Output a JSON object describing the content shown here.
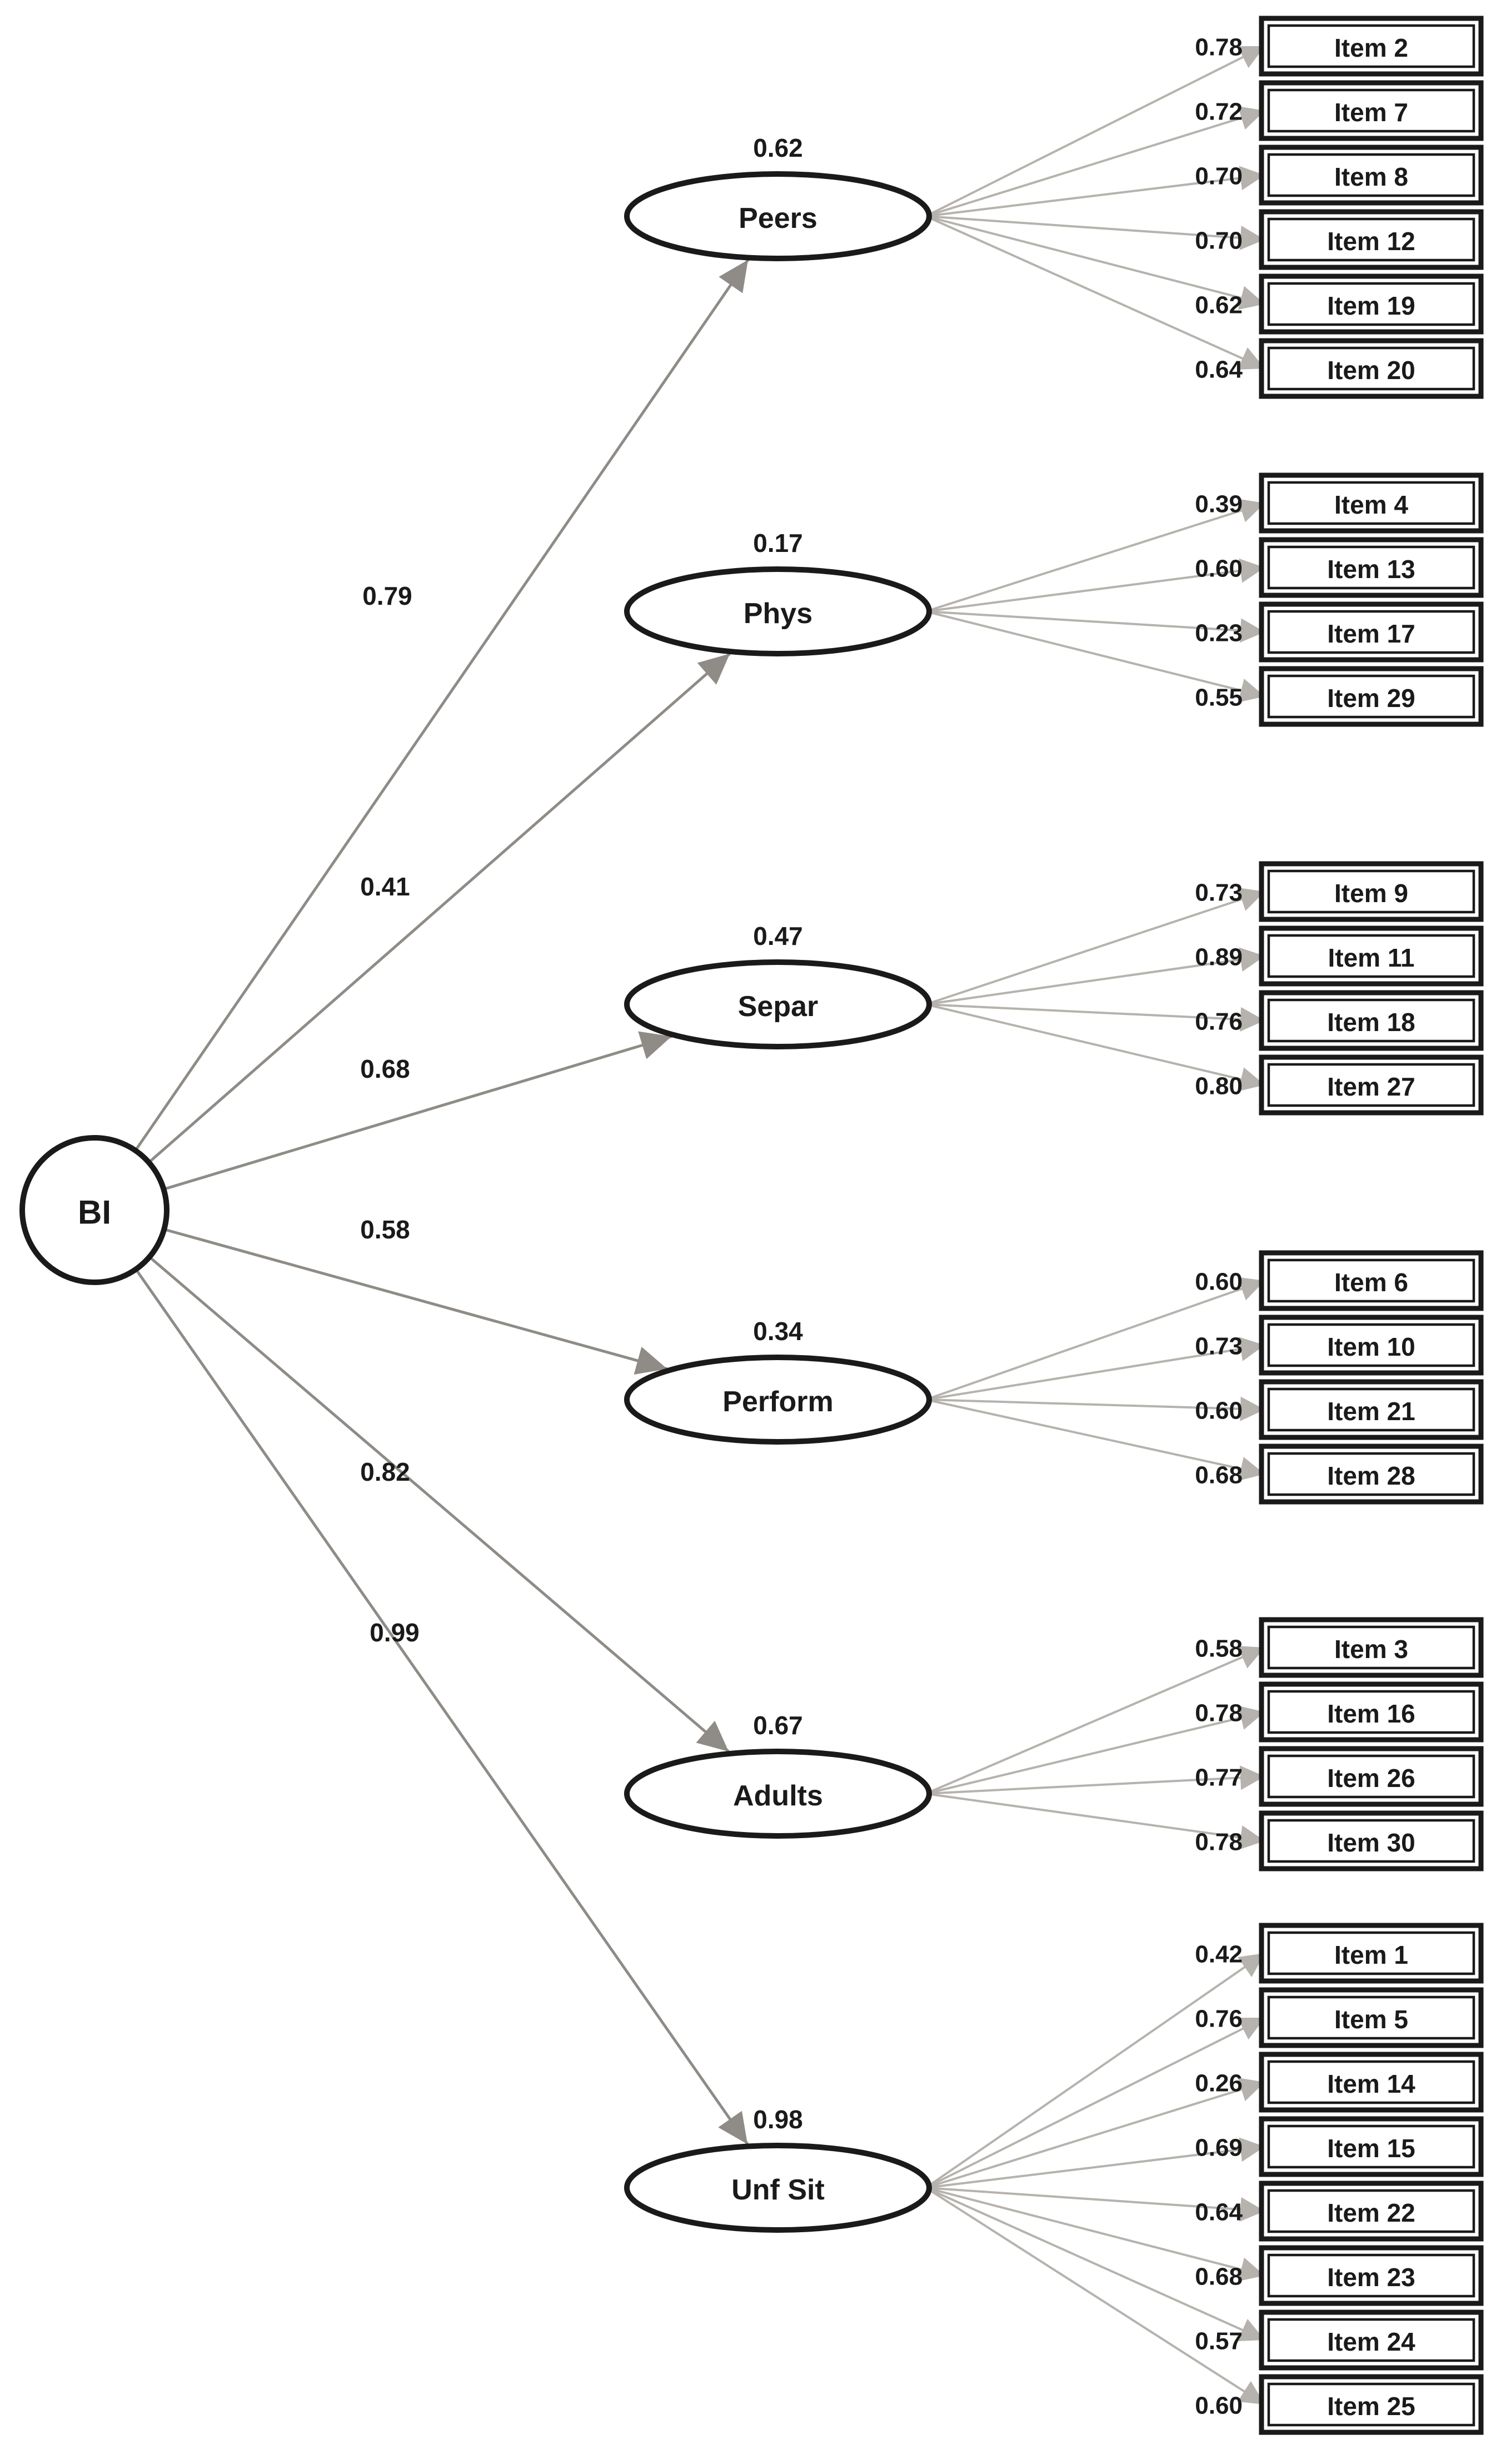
{
  "diagram": {
    "type": "confirmatory-factor-analysis-path-diagram",
    "latent": {
      "label": "BI"
    },
    "factors": [
      {
        "label": "Peers",
        "variance": "0.62",
        "bi_loading": "0.79",
        "items": [
          {
            "label": "Item 2",
            "loading": "0.78"
          },
          {
            "label": "Item 7",
            "loading": "0.72"
          },
          {
            "label": "Item 8",
            "loading": "0.70"
          },
          {
            "label": "Item 12",
            "loading": "0.70"
          },
          {
            "label": "Item 19",
            "loading": "0.62"
          },
          {
            "label": "Item 20",
            "loading": "0.64"
          }
        ]
      },
      {
        "label": "Phys",
        "variance": "0.17",
        "bi_loading": "0.41",
        "items": [
          {
            "label": "Item 4",
            "loading": "0.39"
          },
          {
            "label": "Item 13",
            "loading": "0.60"
          },
          {
            "label": "Item 17",
            "loading": "0.23"
          },
          {
            "label": "Item 29",
            "loading": "0.55"
          }
        ]
      },
      {
        "label": "Separ",
        "variance": "0.47",
        "bi_loading": "0.68",
        "items": [
          {
            "label": "Item 9",
            "loading": "0.73"
          },
          {
            "label": "Item 11",
            "loading": "0.89"
          },
          {
            "label": "Item 18",
            "loading": "0.76"
          },
          {
            "label": "Item 27",
            "loading": "0.80"
          }
        ]
      },
      {
        "label": "Perform",
        "variance": "0.34",
        "bi_loading": "0.58",
        "items": [
          {
            "label": "Item 6",
            "loading": "0.60"
          },
          {
            "label": "Item 10",
            "loading": "0.73"
          },
          {
            "label": "Item 21",
            "loading": "0.60"
          },
          {
            "label": "Item 28",
            "loading": "0.68"
          }
        ]
      },
      {
        "label": "Adults",
        "variance": "0.67",
        "bi_loading": "0.82",
        "items": [
          {
            "label": "Item 3",
            "loading": "0.58"
          },
          {
            "label": "Item 16",
            "loading": "0.78"
          },
          {
            "label": "Item 26",
            "loading": "0.77"
          },
          {
            "label": "Item 30",
            "loading": "0.78"
          }
        ]
      },
      {
        "label": "Unf Sit",
        "variance": "0.98",
        "bi_loading": "0.99",
        "items": [
          {
            "label": "Item 1",
            "loading": "0.42"
          },
          {
            "label": "Item 5",
            "loading": "0.76"
          },
          {
            "label": "Item 14",
            "loading": "0.26"
          },
          {
            "label": "Item 15",
            "loading": "0.69"
          },
          {
            "label": "Item 22",
            "loading": "0.64"
          },
          {
            "label": "Item 23",
            "loading": "0.68"
          },
          {
            "label": "Item 24",
            "loading": "0.57"
          },
          {
            "label": "Item 25",
            "loading": "0.60"
          }
        ]
      }
    ],
    "colors": {
      "shape_stroke": "#1a1a1a",
      "text": "#1a1a1a",
      "bi_path": "#8f8b86",
      "item_path": "#b6b2ad",
      "background": "#ffffff"
    }
  }
}
